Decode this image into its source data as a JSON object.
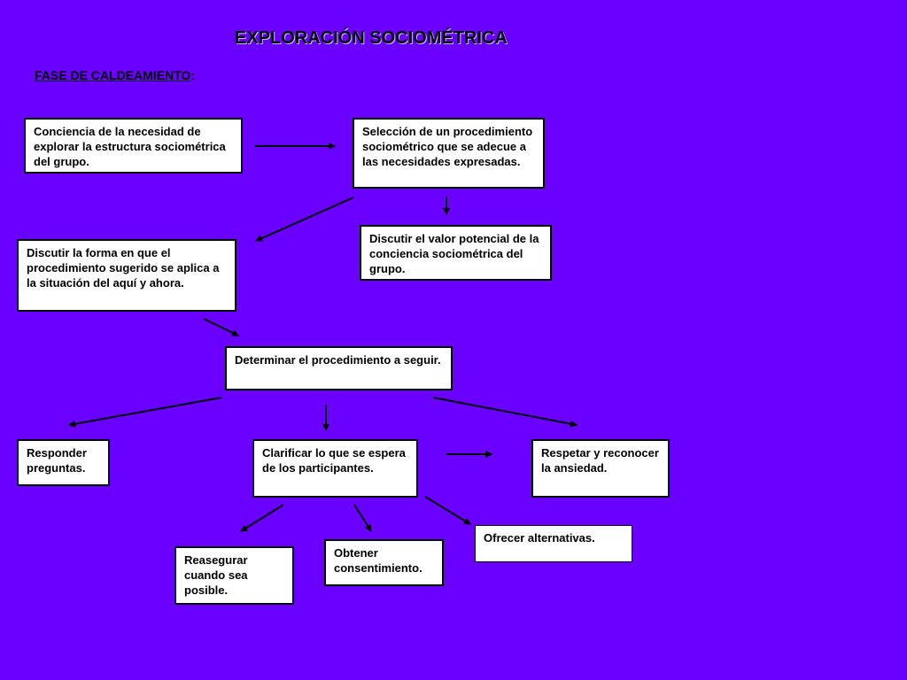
{
  "title": "EXPLORACIÓN SOCIOMÉTRICA",
  "subtitle": {
    "label": "FASE DE CALDEAMIENTO",
    "suffix": ":"
  },
  "boxes": {
    "conciencia": "Conciencia de la necesidad de explorar la estructura sociométrica del grupo.",
    "seleccion": "Selección de un procedimiento sociométrico que se adecue a las necesidades expresadas.",
    "discutir_valor": "Discutir el valor potencial de la conciencia sociométrica del grupo.",
    "discutir_forma": "Discutir la forma en que el procedimiento sugerido se aplica a la situación del aquí y ahora.",
    "determinar": "Determinar el procedimiento a seguir.",
    "responder": "Responder preguntas.",
    "clarificar": "Clarificar lo que se espera de los participantes.",
    "respetar": "Respetar y reconocer la ansiedad.",
    "ofrecer": "Ofrecer alternativas.",
    "obtener": "Obtener consentimiento.",
    "reasegurar": "Reasegurar cuando sea posible."
  },
  "colors": {
    "background": "#6a00ff",
    "box_fill": "#ffffff",
    "border": "#000000"
  }
}
